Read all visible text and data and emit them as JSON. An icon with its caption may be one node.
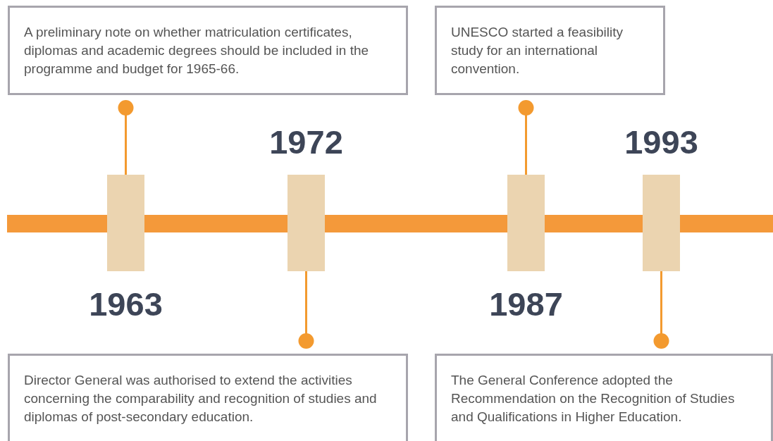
{
  "diagram": {
    "nodes": [
      {
        "text": [
          "A preliminary note on whether matriculation certificates, diplomas and academic degrees should be included in the programme and budget for 1965-66."
        ]
      },
      {
        "text": [
          "UNESCO started a feasibility study for an international convention."
        ]
      },
      {
        "text": [],
        "shape": "bar",
        "beside": [
          "1963"
        ]
      },
      {
        "text": [],
        "shape": "bar",
        "beside": [
          "1972"
        ]
      },
      {
        "text": [],
        "shape": "bar",
        "beside": [
          "1987"
        ]
      },
      {
        "text": [],
        "shape": "bar",
        "beside": [
          "1993"
        ]
      },
      {
        "text": [
          "Director General was authorised to extend the activities concerning the comparability and recognition of studies and diplomas of post-secondary education."
        ]
      },
      {
        "text": [
          "The General Conference adopted the Recommendation on the Recognition of Studies and Qualifications in Higher Education."
        ]
      },
      {
        "text": [],
        "shape": "bar"
      }
    ],
    "edges": [
      {
        "from": 2,
        "to": 0,
        "arrow": "other"
      },
      {
        "from": 3,
        "to": 6,
        "arrow": "other"
      },
      {
        "from": 4,
        "to": 1,
        "arrow": "other"
      },
      {
        "from": 5,
        "to": 7,
        "arrow": "other"
      }
    ]
  }
}
